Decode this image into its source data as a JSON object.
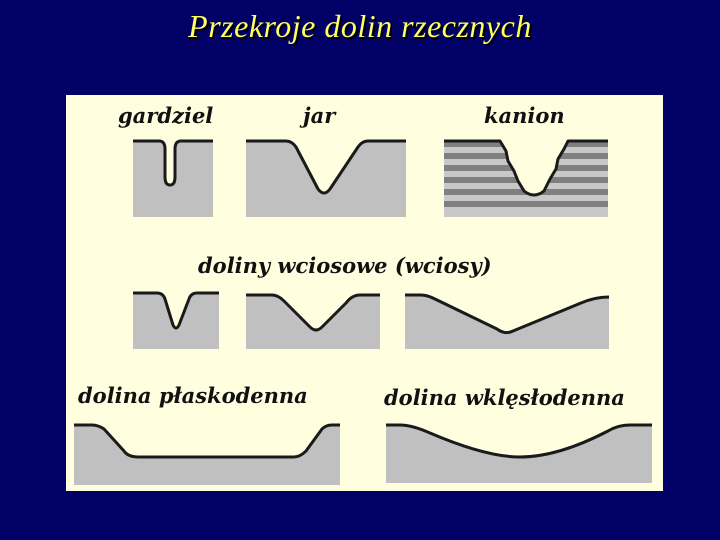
{
  "title": "Przekroje dolin rzecznych",
  "labels": {
    "gardziel": "gardziel",
    "jar": "jar",
    "kanion": "kanion",
    "wciosowe": "doliny wciosowe (wciosy)",
    "plaskodenna": "dolina płaskodenna",
    "wklesłodenna": "dolina wklęsłodenna"
  },
  "colors": {
    "background": "#000066",
    "title": "#ffff66",
    "panel": "#ffffe0",
    "rock": "#c0c0c0",
    "strata": "#808080",
    "outline": "#1a1a1a"
  }
}
